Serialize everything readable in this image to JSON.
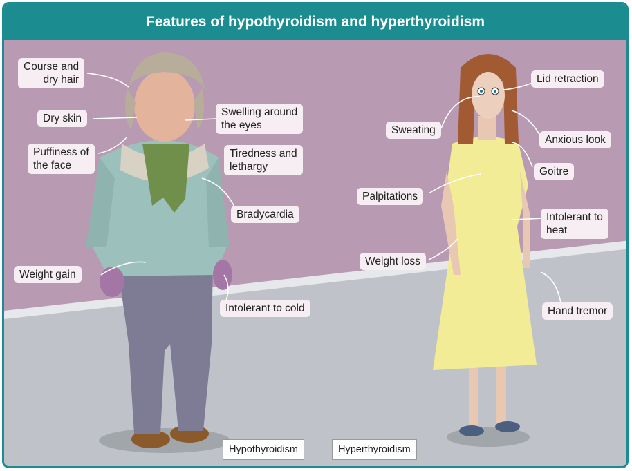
{
  "title": "Features of hypothyroidism and hyperthyroidism",
  "hypo": {
    "labels": {
      "hair": "Course and\ndry hair",
      "dry_skin": "Dry skin",
      "puffiness": "Puffiness of\nthe face",
      "swelling": "Swelling around\nthe eyes",
      "tiredness": "Tiredness and\nlethargy",
      "bradycardia": "Bradycardia",
      "weight_gain": "Weight gain",
      "cold": "Intolerant to cold"
    },
    "caption": "Hypothyroidism"
  },
  "hyper": {
    "labels": {
      "lid": "Lid retraction",
      "sweating": "Sweating",
      "anxious": "Anxious look",
      "goitre": "Goitre",
      "palpitations": "Palpitations",
      "heat": "Intolerant to\nheat",
      "weight_loss": "Weight loss",
      "tremor": "Hand tremor"
    },
    "caption": "Hyperthyroidism"
  },
  "colors": {
    "accent": "#1b8c8f",
    "wall": "#b89bb2",
    "floor": "#bfc3c9",
    "label_bg": "#f6eef2"
  }
}
